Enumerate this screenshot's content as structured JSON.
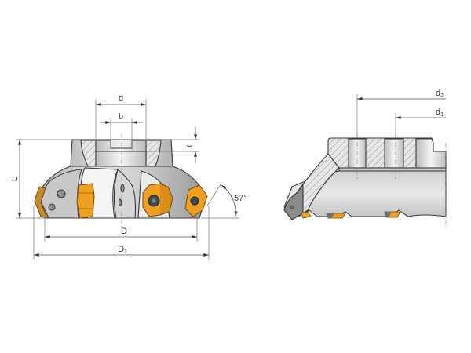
{
  "diagram": {
    "title": "Face milling cutter dimension drawing",
    "views": [
      {
        "name": "front-view",
        "description": "Side view of milling cutter body with orange inserts"
      },
      {
        "name": "section-view",
        "description": "Half section view showing bore diameters"
      }
    ]
  },
  "labels": {
    "d": "d",
    "b": "b",
    "t": "t",
    "L": "L",
    "D": "D",
    "D1_main": "D",
    "D1_sub": "1",
    "angle": "57°",
    "d2_main": "d",
    "d2_sub": "2",
    "d1_main": "d",
    "d1_sub": "1"
  },
  "colors": {
    "insert": "#f0a020",
    "insert_dark": "#b8741a",
    "body_light": "#e4e4e4",
    "body_mid": "#bdbdbd",
    "body_dark": "#8c8c8c",
    "outline": "#3a3a3a",
    "dimension": "#555555"
  }
}
